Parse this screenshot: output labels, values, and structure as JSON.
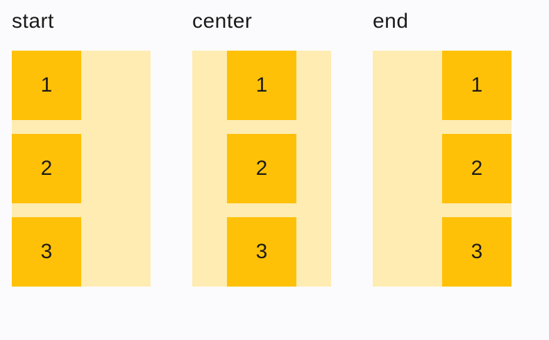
{
  "page": {
    "background_color": "#fbfbfd",
    "text_color": "#1a1a1a"
  },
  "palette": {
    "container_color": "#ffecb3",
    "item_color": "#ffc107"
  },
  "sections": [
    {
      "label": "start",
      "alignment": "start",
      "items": [
        "1",
        "2",
        "3"
      ]
    },
    {
      "label": "center",
      "alignment": "center",
      "items": [
        "1",
        "2",
        "3"
      ]
    },
    {
      "label": "end",
      "alignment": "end",
      "items": [
        "1",
        "2",
        "3"
      ]
    }
  ]
}
